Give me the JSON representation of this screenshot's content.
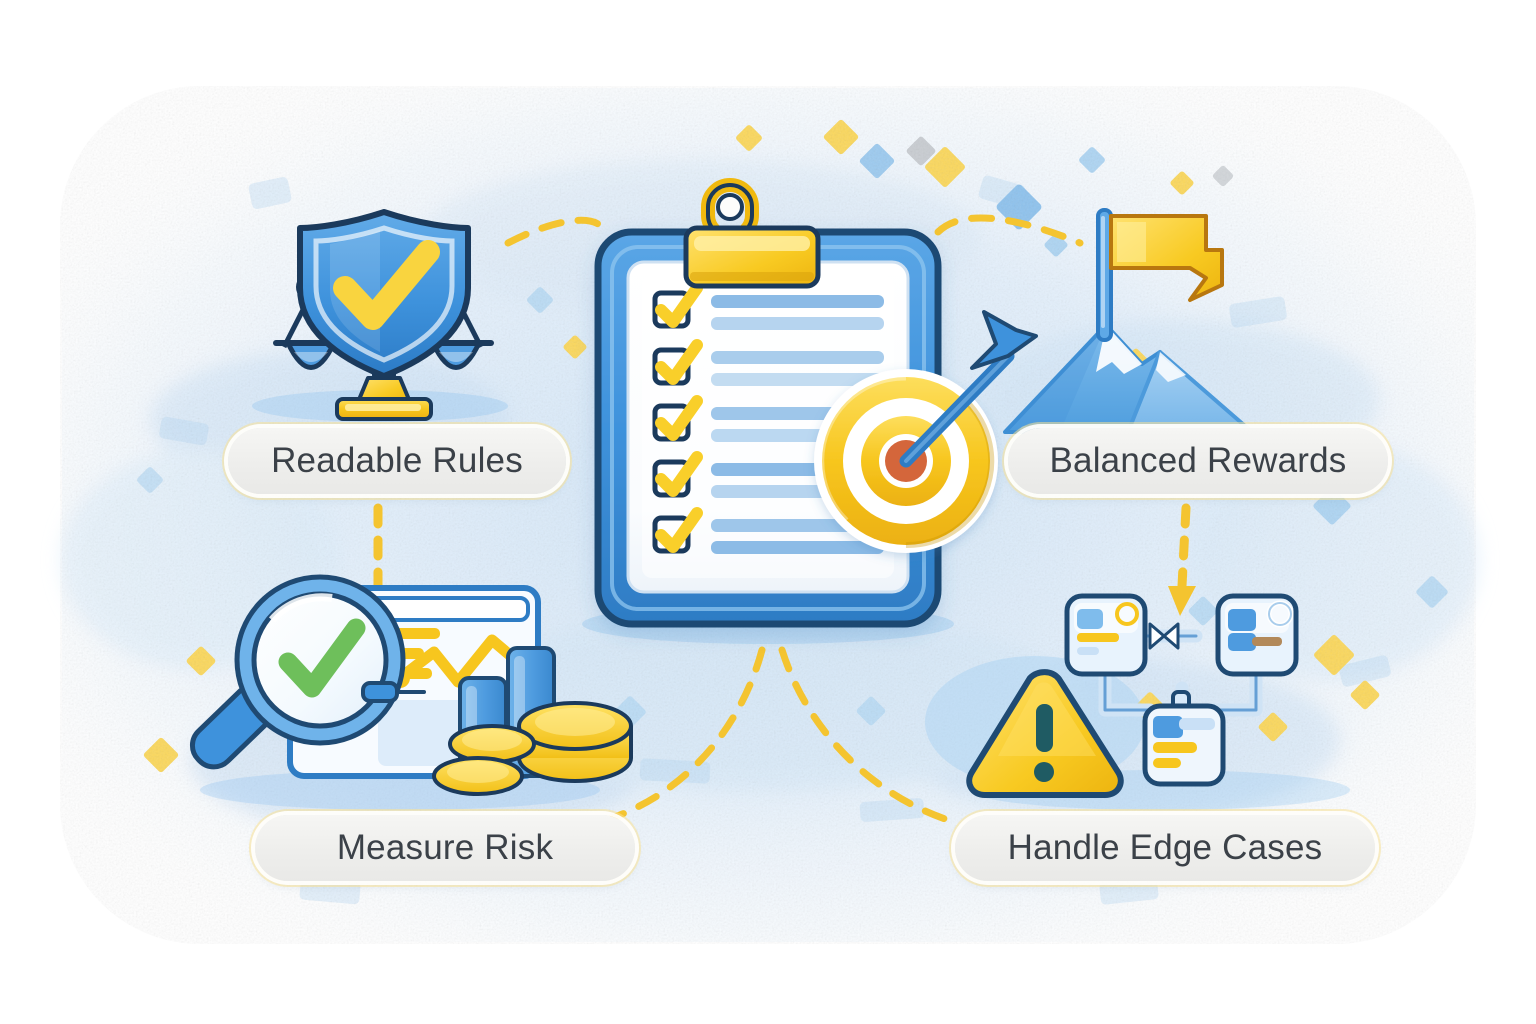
{
  "illustration": {
    "title": "Reward design principles infographic",
    "layout": "four labeled pills arranged around a central checklist clipboard with target",
    "background_color": "#ffffff",
    "wash_color": "#dceaf8",
    "accent_yellow": "#F7C61E",
    "accent_blue": "#4A9BE0",
    "deep_blue": "#1F4A73",
    "ink": "#1B3A5C",
    "text_color": "#3b4148",
    "connector_color": "#F4C430"
  },
  "labels": [
    {
      "id": "readable-rules",
      "text": "Readable Rules"
    },
    {
      "id": "balanced-rewards",
      "text": "Balanced Rewards"
    },
    {
      "id": "measure-risk",
      "text": "Measure Risk"
    },
    {
      "id": "handle-edge-cases",
      "text": "Handle Edge Cases"
    }
  ],
  "icons": {
    "top_left": {
      "name": "shield-scales-icon",
      "description": "blue shield with yellow checkmark above a balance scale on a yellow pedestal"
    },
    "top_right": {
      "name": "flag-mountain-icon",
      "description": "yellow flag on a blue pole planted on a blue mountain summit"
    },
    "bottom_left": {
      "name": "magnifier-chart-coins-icon",
      "description": "magnifying glass with green checkmark over a dashboard card with yellow trend line, blue bars and yellow coin stacks"
    },
    "bottom_right": {
      "name": "warning-flowchart-icon",
      "description": "yellow warning triangle with exclamation mark beside three connected flowchart node cards"
    },
    "center": {
      "name": "clipboard-target-icon",
      "description": "blue clipboard with yellow clip, five checked yellow checkboxes, blue text lines, and a yellow target with orange bullseye struck by a blue arrow"
    }
  },
  "clipboard": {
    "checkbox_count": 5,
    "checkbox_state": "checked",
    "clip_color": "#F7C61E",
    "frame_color": "#4A9BE0",
    "page_color": "#fbfcfe",
    "line_color": "#9cc4e8"
  },
  "target": {
    "ring_colors": [
      "#F7C61E",
      "#ffffff",
      "#F7C61E",
      "#ffffff"
    ],
    "center_color": "#D4663A",
    "arrow_color": "#2E7CC4"
  },
  "confetti": {
    "yellow": "#FBD85D",
    "blue": "#9DCBF0",
    "gray": "#c9cdd2"
  }
}
